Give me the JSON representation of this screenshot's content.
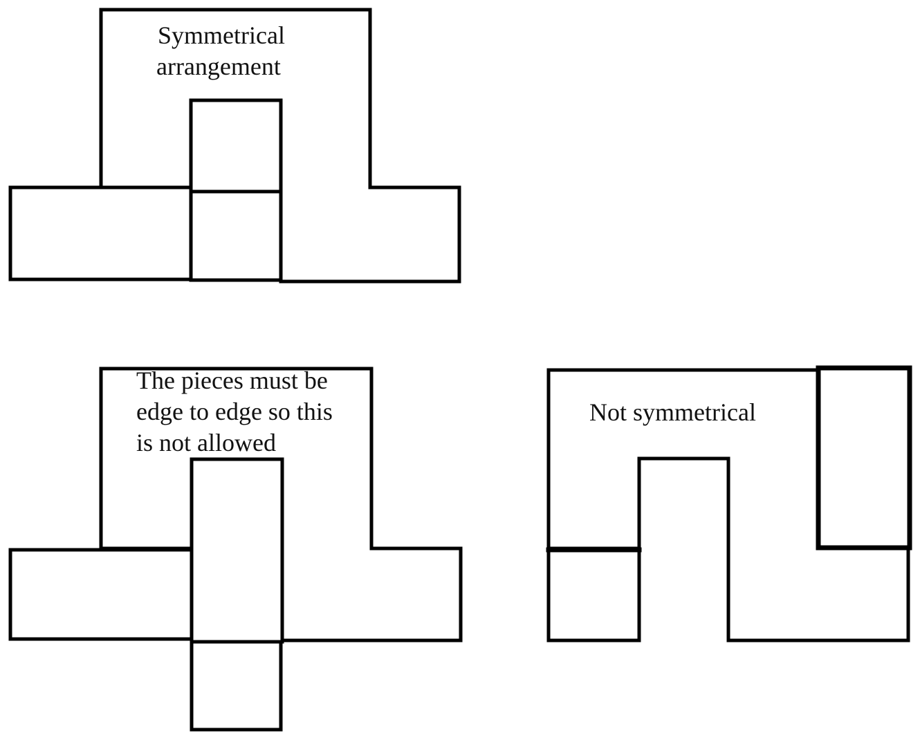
{
  "figure_1": {
    "caption_line_1": "Symmetrical",
    "caption_line_2": "arrangement"
  },
  "figure_2": {
    "caption_line_1": "The pieces must be",
    "caption_line_2": "edge to edge so this",
    "caption_line_3": "is not allowed"
  },
  "figure_3": {
    "caption_line_1": "Not symmetrical"
  }
}
